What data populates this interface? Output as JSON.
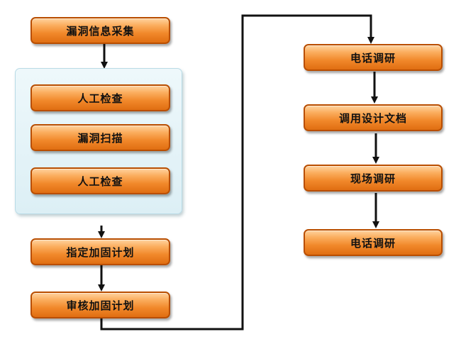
{
  "left": {
    "collect": "漏洞信息采集",
    "group": [
      "人工检查",
      "漏洞扫描",
      "人工检查"
    ],
    "plan": "指定加固计划",
    "review": "审核加固计划"
  },
  "right": [
    "电话调研",
    "调用设计文档",
    "现场调研",
    "电话调研"
  ],
  "colors": {
    "node_fill": "#f1882a",
    "node_border": "#b94e00",
    "group_fill": "#e6f4f8",
    "connector": "#111111"
  }
}
